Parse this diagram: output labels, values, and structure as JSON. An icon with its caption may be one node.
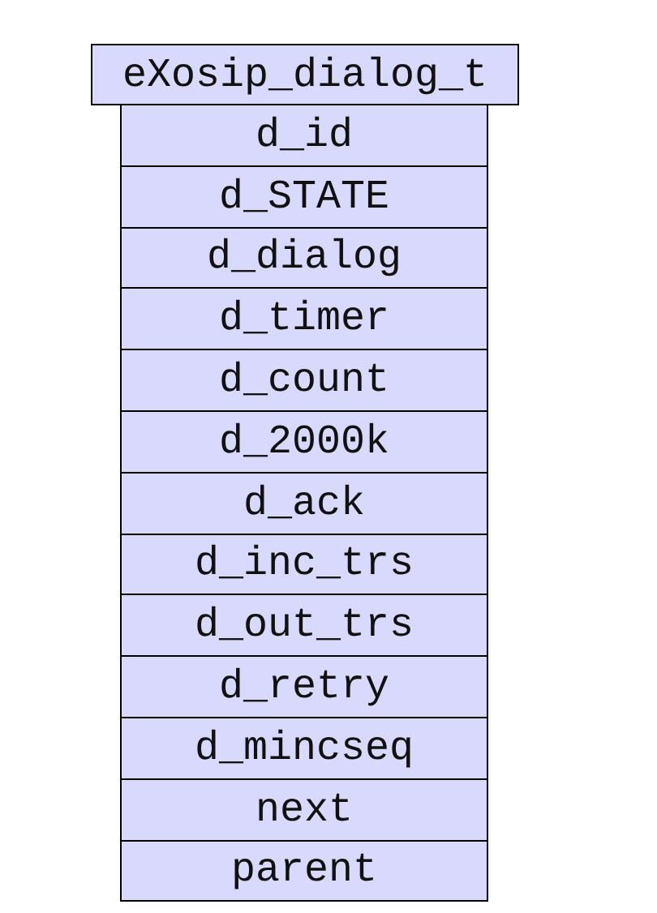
{
  "diagram": {
    "nodes": [
      {
        "text": [
          "eXosip_dialog_t"
        ]
      },
      {
        "text": [
          "d_id"
        ]
      },
      {
        "text": [
          "d_STATE"
        ]
      },
      {
        "text": [
          "d_dialog"
        ]
      },
      {
        "text": [
          "d_timer"
        ]
      },
      {
        "text": [
          "d_count"
        ]
      },
      {
        "text": [
          "d_2000k"
        ]
      },
      {
        "text": [
          "d_ack"
        ]
      },
      {
        "text": [
          "d_inc_trs"
        ]
      },
      {
        "text": [
          "d_out_trs"
        ]
      },
      {
        "text": [
          "d_retry"
        ]
      },
      {
        "text": [
          "d_mincseq"
        ]
      },
      {
        "text": [
          "next"
        ]
      },
      {
        "text": [
          "parent"
        ]
      }
    ]
  }
}
